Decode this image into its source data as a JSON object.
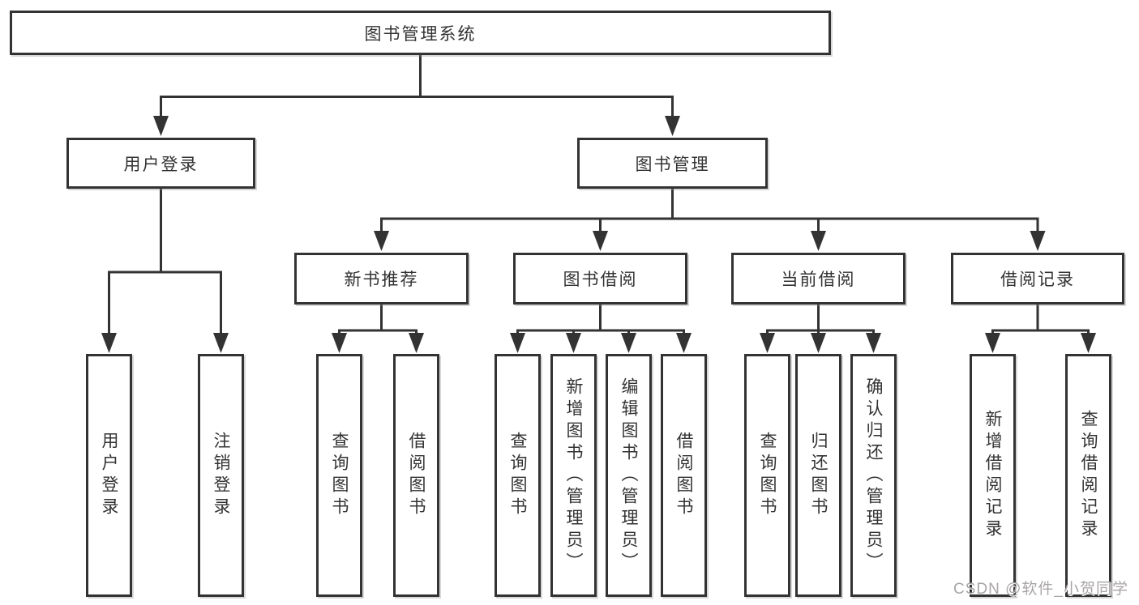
{
  "diagram": {
    "root": {
      "label": "图书管理系统"
    },
    "children": [
      {
        "label": "用户登录",
        "children": [
          {
            "label": "用户登录"
          },
          {
            "label": "注销登录"
          }
        ]
      },
      {
        "label": "图书管理",
        "children": [
          {
            "label": "新书推荐",
            "children": [
              {
                "label": "查询图书"
              },
              {
                "label": "借阅图书"
              }
            ]
          },
          {
            "label": "图书借阅",
            "children": [
              {
                "label": "查询图书"
              },
              {
                "label": "新增图书（管理员）"
              },
              {
                "label": "编辑图书（管理员）"
              },
              {
                "label": "借阅图书"
              }
            ]
          },
          {
            "label": "当前借阅",
            "children": [
              {
                "label": "查询图书"
              },
              {
                "label": "归还图书"
              },
              {
                "label": "确认归还（管理员）"
              }
            ]
          },
          {
            "label": "借阅记录",
            "children": [
              {
                "label": "新增借阅记录"
              },
              {
                "label": "查询借阅记录"
              }
            ]
          }
        ]
      }
    ]
  },
  "watermark": {
    "text": "CSDN @软件_小贺同学"
  },
  "colors": {
    "line": "#333333",
    "box_border": "#333333",
    "text": "#333333",
    "watermark": "#a9a5a5",
    "background": "#ffffff"
  }
}
